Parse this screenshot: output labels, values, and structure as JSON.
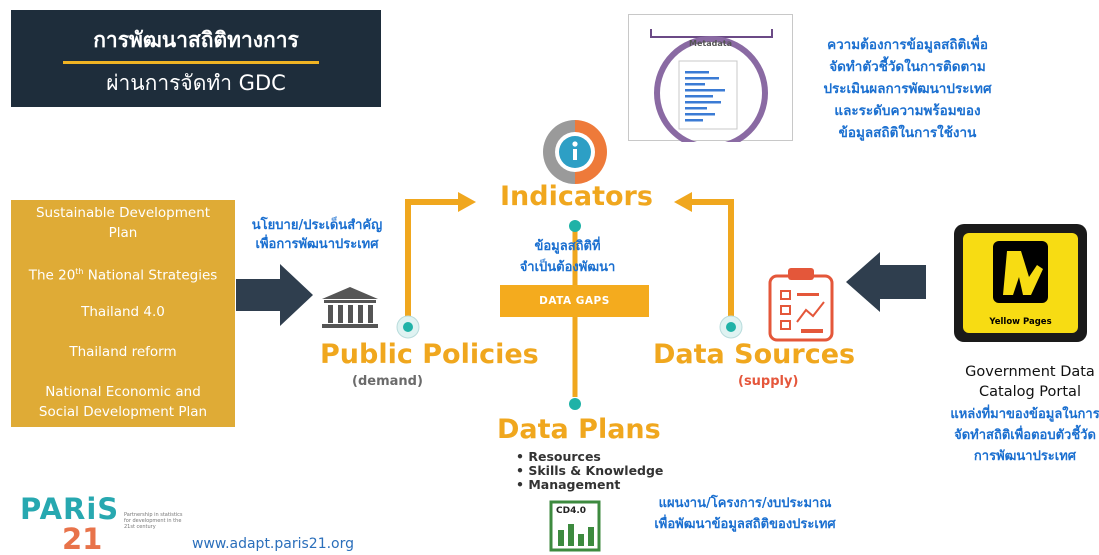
{
  "title": {
    "line1": "การพัฒนาสถิติทางการ",
    "line2": "ผ่านการจัดทำ GDC"
  },
  "metadata": {
    "label": "Metadata",
    "description": [
      "ความต้องการข้อมูลสถิติเพื่อ",
      "จัดทำตัวชี้วัดในการติดตาม",
      "ประเมินผลการพัฒนาประเทศ",
      "และระดับความพร้อมของ",
      "ข้อมูลสถิติในการใช้งาน"
    ]
  },
  "plans_box": {
    "items": [
      "Sustainable Development",
      "Plan",
      "The 20",
      "th",
      " National Strategies",
      "Thailand 4.0",
      "Thailand reform",
      "National Economic and",
      "Social Development Plan"
    ]
  },
  "policy_note": [
    "นโยบาย/ประเด็นสำคัญ",
    "เพื่อการพัฒนาประเทศ"
  ],
  "nodes": {
    "indicators": "Indicators",
    "public_policies": "Public Policies",
    "demand": "(demand)",
    "data_sources": "Data Sources",
    "supply": "(supply)",
    "data_plans": "Data Plans"
  },
  "need_note": [
    "ข้อมูลสถิติที่",
    "จำเป็นต้องพัฒนา"
  ],
  "data_gaps": "DATA GAPS",
  "data_plans_bullets": [
    "Resources",
    "Skills & Knowledge",
    "Management"
  ],
  "cd_label": "CD4.0",
  "plan_note": [
    "แผนงาน/โครงการ/งบประมาณ",
    "เพื่อพัฒนาข้อมูลสถิติของประเทศ"
  ],
  "yellow_pages": "Yellow Pages",
  "gov_portal": {
    "en": [
      "Government Data",
      "Catalog Portal"
    ],
    "th": [
      "แหล่งที่มาของข้อมูลในการ",
      "จัดทำสถิติเพื่อตอบตัวชี้วัด",
      "การพัฒนาประเทศ"
    ]
  },
  "logo": {
    "paris": "PARiS",
    "num": "21",
    "tagline": "Partnership in statistics for development in the 21st century"
  },
  "url": "www.adapt.paris21.org",
  "colors": {
    "navy": "#1e2d3b",
    "orange": "#f0a71e",
    "gold": "#dfab36",
    "blue_text": "#1a6fd0",
    "teal": "#27a8b0"
  }
}
